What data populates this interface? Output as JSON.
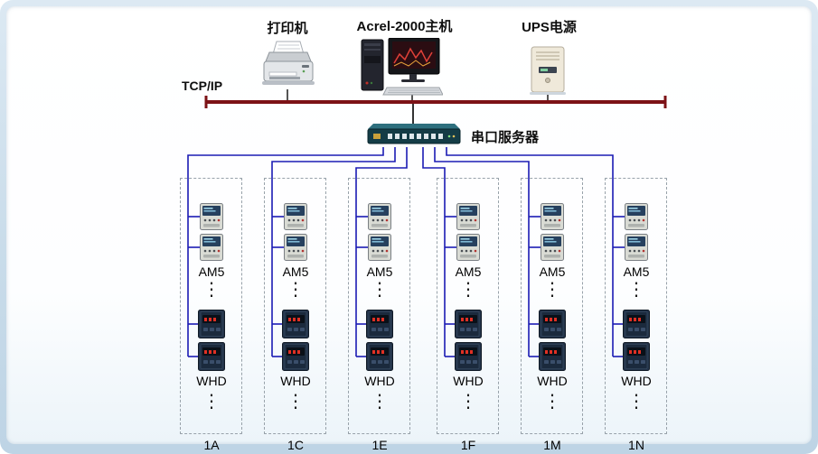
{
  "header": {
    "printer_label": "打印机",
    "host_label": "Acrel-2000主机",
    "ups_label": "UPS电源"
  },
  "network": {
    "bus_label": "TCP/IP",
    "serial_server_label": "串口服务器"
  },
  "diagram": {
    "ellipsis": "⋮",
    "columns": [
      {
        "feeder": "1A",
        "device_group_top": "AM5",
        "device_group_bottom": "WHD"
      },
      {
        "feeder": "1C",
        "device_group_top": "AM5",
        "device_group_bottom": "WHD"
      },
      {
        "feeder": "1E",
        "device_group_top": "AM5",
        "device_group_bottom": "WHD"
      },
      {
        "feeder": "1F",
        "device_group_top": "AM5",
        "device_group_bottom": "WHD"
      },
      {
        "feeder": "1M",
        "device_group_top": "AM5",
        "device_group_bottom": "WHD"
      },
      {
        "feeder": "1N",
        "device_group_top": "AM5",
        "device_group_bottom": "WHD"
      }
    ]
  },
  "colors": {
    "tcp_bus": "#7c1216",
    "signal_wire": "#1b1bb4",
    "frame_background": "#cfe0ed"
  }
}
